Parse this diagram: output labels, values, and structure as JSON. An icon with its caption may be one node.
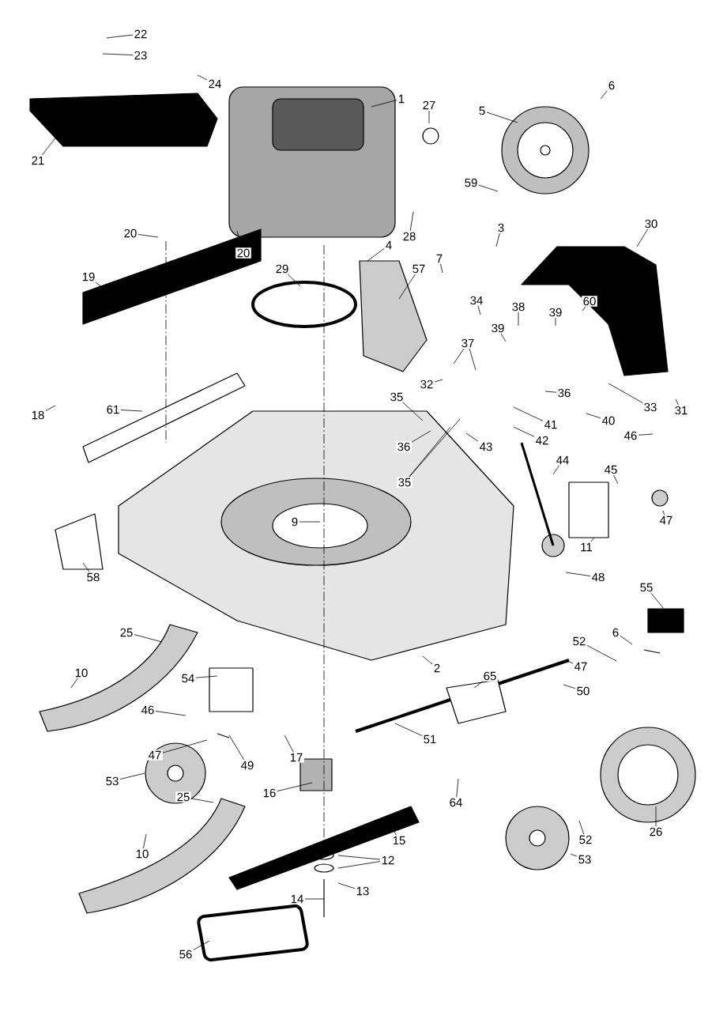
{
  "diagram": {
    "nodes": [
      {
        "text": [
          "22"
        ]
      },
      {
        "text": [
          "23"
        ]
      },
      {
        "text": [
          "24"
        ]
      },
      {
        "text": [
          "6"
        ]
      },
      {
        "text": [
          "1"
        ]
      },
      {
        "text": [
          "27"
        ]
      },
      {
        "text": [
          "5"
        ]
      },
      {
        "text": [
          "21"
        ]
      },
      {
        "text": [
          "59"
        ]
      },
      {
        "text": [
          "30"
        ]
      },
      {
        "text": [
          "3"
        ]
      },
      {
        "text": [
          "20"
        ]
      },
      {
        "text": [
          "28"
        ]
      },
      {
        "text": [
          "4"
        ]
      },
      {
        "text": [
          "20"
        ]
      },
      {
        "text": [
          "7"
        ]
      },
      {
        "text": [
          "29"
        ]
      },
      {
        "text": [
          "57"
        ]
      },
      {
        "text": [
          "19"
        ]
      },
      {
        "text": [
          "34"
        ]
      },
      {
        "text": [
          "60"
        ]
      },
      {
        "text": [
          "38"
        ]
      },
      {
        "text": [
          "39"
        ]
      },
      {
        "text": [
          "39"
        ]
      },
      {
        "text": [
          "37"
        ]
      },
      {
        "text": [
          "32"
        ]
      },
      {
        "text": [
          "35"
        ]
      },
      {
        "text": [
          "36"
        ]
      },
      {
        "text": [
          "33"
        ]
      },
      {
        "text": [
          "31"
        ]
      },
      {
        "text": [
          "61"
        ]
      },
      {
        "text": [
          "18"
        ]
      },
      {
        "text": [
          "40"
        ]
      },
      {
        "text": [
          "41"
        ]
      },
      {
        "text": [
          "46"
        ]
      },
      {
        "text": [
          "42"
        ]
      },
      {
        "text": [
          "36"
        ]
      },
      {
        "text": [
          "43"
        ]
      },
      {
        "text": [
          "44"
        ]
      },
      {
        "text": [
          "45"
        ]
      },
      {
        "text": [
          "35"
        ]
      },
      {
        "text": [
          "47"
        ]
      },
      {
        "text": [
          "9"
        ]
      },
      {
        "text": [
          "11"
        ]
      },
      {
        "text": [
          "58"
        ]
      },
      {
        "text": [
          "48"
        ]
      },
      {
        "text": [
          "55"
        ]
      },
      {
        "text": [
          "25"
        ]
      },
      {
        "text": [
          "6"
        ]
      },
      {
        "text": [
          "52"
        ]
      },
      {
        "text": [
          "47"
        ]
      },
      {
        "text": [
          "2"
        ]
      },
      {
        "text": [
          "10"
        ]
      },
      {
        "text": [
          "54"
        ]
      },
      {
        "text": [
          "65"
        ]
      },
      {
        "text": [
          "50"
        ]
      },
      {
        "text": [
          "46"
        ]
      },
      {
        "text": [
          "47"
        ]
      },
      {
        "text": [
          "49"
        ]
      },
      {
        "text": [
          "17"
        ]
      },
      {
        "text": [
          "53"
        ]
      },
      {
        "text": [
          "51"
        ]
      },
      {
        "text": [
          "64"
        ]
      },
      {
        "text": [
          "16"
        ]
      },
      {
        "text": [
          "25"
        ]
      },
      {
        "text": [
          "15"
        ]
      },
      {
        "text": [
          "26"
        ]
      },
      {
        "text": [
          "52"
        ]
      },
      {
        "text": [
          "10"
        ]
      },
      {
        "text": [
          "12"
        ]
      },
      {
        "text": [
          "13"
        ]
      },
      {
        "text": [
          "53"
        ]
      },
      {
        "text": [
          "14"
        ]
      },
      {
        "text": [
          "56"
        ]
      }
    ],
    "edges": [
      {
        "from": 0,
        "to": null,
        "arrow": "none"
      },
      {
        "from": 1,
        "to": null,
        "arrow": "none"
      },
      {
        "from": 2,
        "to": null,
        "arrow": "none"
      },
      {
        "from": 3,
        "to": null,
        "arrow": "none"
      },
      {
        "from": 4,
        "to": null,
        "arrow": "none"
      },
      {
        "from": 5,
        "to": null,
        "arrow": "none"
      },
      {
        "from": 6,
        "to": null,
        "arrow": "none"
      },
      {
        "from": 7,
        "to": null,
        "arrow": "none"
      },
      {
        "from": 8,
        "to": null,
        "arrow": "none"
      },
      {
        "from": 9,
        "to": null,
        "arrow": "none"
      },
      {
        "from": 10,
        "to": null,
        "arrow": "none"
      },
      {
        "from": 11,
        "to": null,
        "arrow": "none"
      },
      {
        "from": 12,
        "to": null,
        "arrow": "none"
      },
      {
        "from": 13,
        "to": null,
        "arrow": "none"
      },
      {
        "from": 14,
        "to": null,
        "arrow": "none"
      },
      {
        "from": 15,
        "to": null,
        "arrow": "none"
      },
      {
        "from": 16,
        "to": null,
        "arrow": "none"
      },
      {
        "from": 17,
        "to": null,
        "arrow": "none"
      },
      {
        "from": 18,
        "to": null,
        "arrow": "none"
      },
      {
        "from": 19,
        "to": null,
        "arrow": "none"
      },
      {
        "from": 20,
        "to": null,
        "arrow": "none"
      },
      {
        "from": 21,
        "to": null,
        "arrow": "none"
      },
      {
        "from": 22,
        "to": null,
        "arrow": "none"
      },
      {
        "from": 23,
        "to": null,
        "arrow": "none"
      },
      {
        "from": 24,
        "to": null,
        "arrow": "none"
      },
      {
        "from": 25,
        "to": null,
        "arrow": "none"
      },
      {
        "from": 26,
        "to": null,
        "arrow": "none"
      },
      {
        "from": 27,
        "to": null,
        "arrow": "none"
      },
      {
        "from": 28,
        "to": null,
        "arrow": "none"
      },
      {
        "from": 29,
        "to": null,
        "arrow": "none"
      },
      {
        "from": 30,
        "to": null,
        "arrow": "none"
      },
      {
        "from": 31,
        "to": null,
        "arrow": "none"
      },
      {
        "from": 32,
        "to": null,
        "arrow": "none"
      },
      {
        "from": 33,
        "to": null,
        "arrow": "none"
      },
      {
        "from": 34,
        "to": null,
        "arrow": "none"
      },
      {
        "from": 35,
        "to": null,
        "arrow": "none"
      },
      {
        "from": 36,
        "to": null,
        "arrow": "none"
      },
      {
        "from": 37,
        "to": null,
        "arrow": "none"
      },
      {
        "from": 38,
        "to": null,
        "arrow": "none"
      },
      {
        "from": 39,
        "to": null,
        "arrow": "none"
      },
      {
        "from": 40,
        "to": null,
        "arrow": "none"
      },
      {
        "from": 41,
        "to": null,
        "arrow": "none"
      },
      {
        "from": 42,
        "to": null,
        "arrow": "none"
      },
      {
        "from": 43,
        "to": null,
        "arrow": "none"
      },
      {
        "from": 44,
        "to": null,
        "arrow": "none"
      },
      {
        "from": 45,
        "to": null,
        "arrow": "none"
      },
      {
        "from": 46,
        "to": null,
        "arrow": "none"
      },
      {
        "from": 47,
        "to": null,
        "arrow": "none"
      },
      {
        "from": 48,
        "to": null,
        "arrow": "none"
      },
      {
        "from": 49,
        "to": null,
        "arrow": "none"
      },
      {
        "from": 50,
        "to": null,
        "arrow": "none"
      },
      {
        "from": 51,
        "to": null,
        "arrow": "none"
      },
      {
        "from": 52,
        "to": null,
        "arrow": "none"
      },
      {
        "from": 53,
        "to": null,
        "arrow": "none"
      },
      {
        "from": 54,
        "to": null,
        "arrow": "none"
      },
      {
        "from": 55,
        "to": null,
        "arrow": "none"
      },
      {
        "from": 56,
        "to": null,
        "arrow": "none"
      },
      {
        "from": 57,
        "to": null,
        "arrow": "none"
      },
      {
        "from": 58,
        "to": null,
        "arrow": "none"
      },
      {
        "from": 59,
        "to": null,
        "arrow": "none"
      },
      {
        "from": 60,
        "to": null,
        "arrow": "none"
      },
      {
        "from": 61,
        "to": null,
        "arrow": "none"
      },
      {
        "from": 62,
        "to": null,
        "arrow": "none"
      },
      {
        "from": 63,
        "to": null,
        "arrow": "none"
      },
      {
        "from": 64,
        "to": null,
        "arrow": "none"
      },
      {
        "from": 65,
        "to": null,
        "arrow": "none"
      },
      {
        "from": 66,
        "to": null,
        "arrow": "none"
      },
      {
        "from": 67,
        "to": null,
        "arrow": "none"
      },
      {
        "from": 68,
        "to": null,
        "arrow": "none"
      },
      {
        "from": 69,
        "to": null,
        "arrow": "none"
      },
      {
        "from": 70,
        "to": null,
        "arrow": "none"
      },
      {
        "from": 71,
        "to": null,
        "arrow": "none"
      },
      {
        "from": 72,
        "to": null,
        "arrow": "none"
      },
      {
        "from": 73,
        "to": null,
        "arrow": "none"
      },
      {
        "from": 24,
        "to": null,
        "arrow": "none"
      },
      {
        "from": 40,
        "to": null,
        "arrow": "none"
      },
      {
        "from": 69,
        "to": null,
        "arrow": "none"
      }
    ]
  }
}
